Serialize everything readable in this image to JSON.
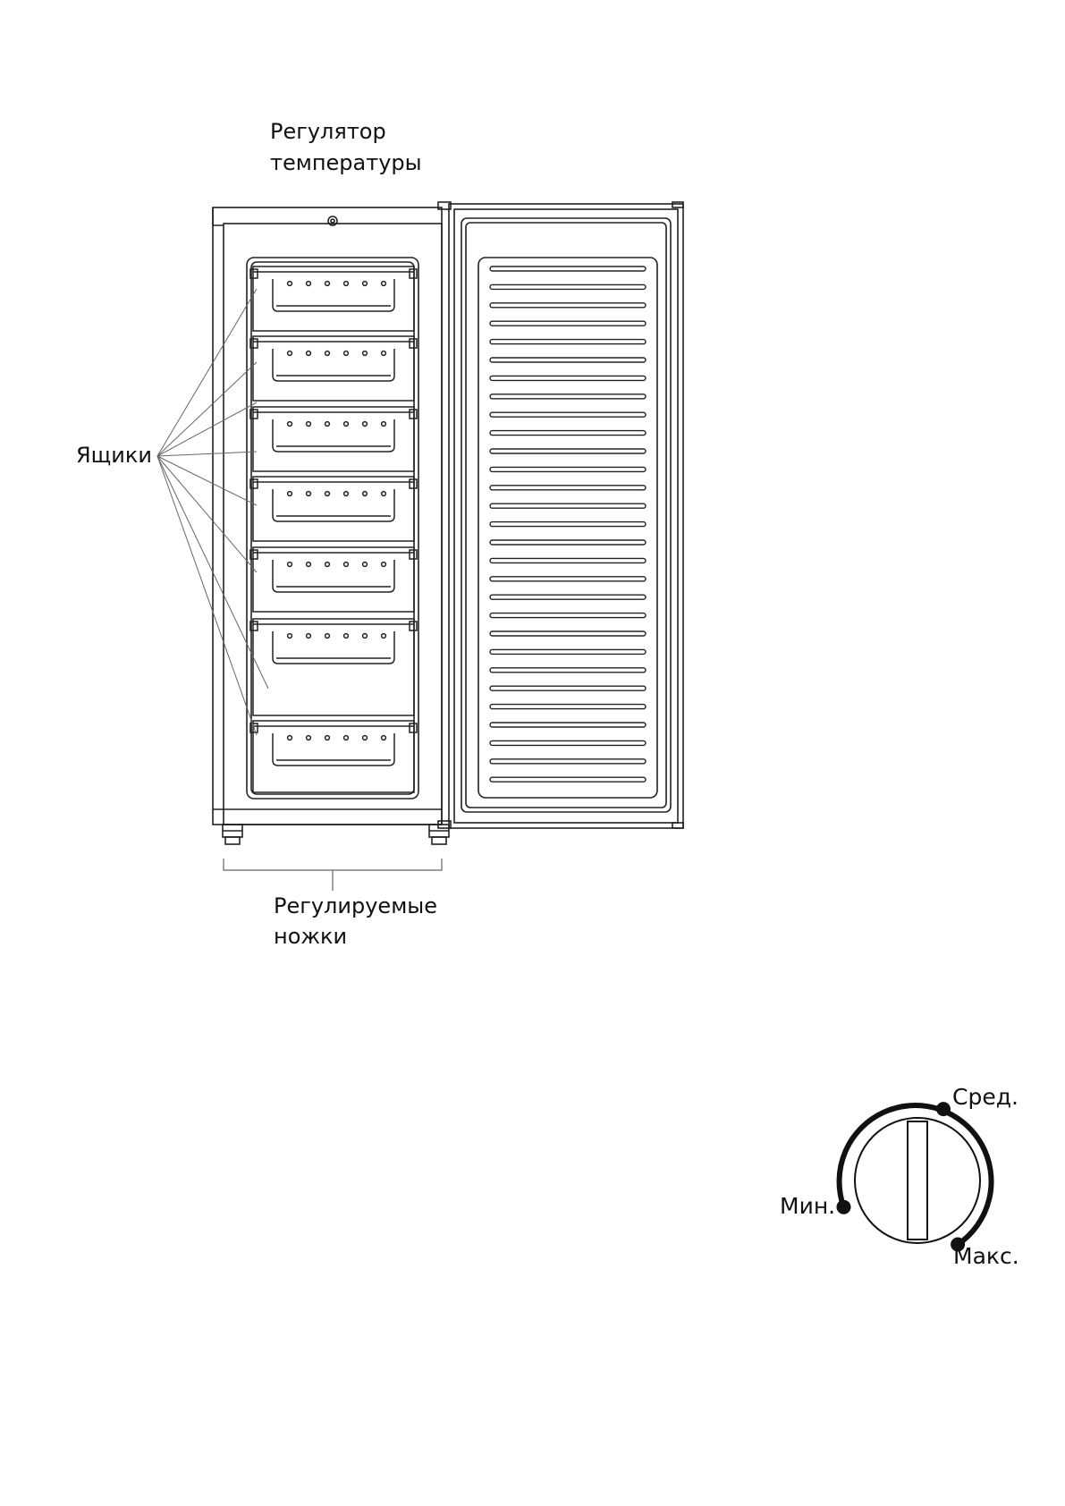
{
  "labels": {
    "thermostat_line1": "Регулятор",
    "thermostat_line2": "температуры",
    "drawers": "Ящики",
    "feet_line1": "Регулируемые",
    "feet_line2": "ножки"
  },
  "dial": {
    "min": "Мин.",
    "mid": "Сред.",
    "max": "Макс."
  },
  "colors": {
    "line": "#222222",
    "leader": "#666666"
  }
}
